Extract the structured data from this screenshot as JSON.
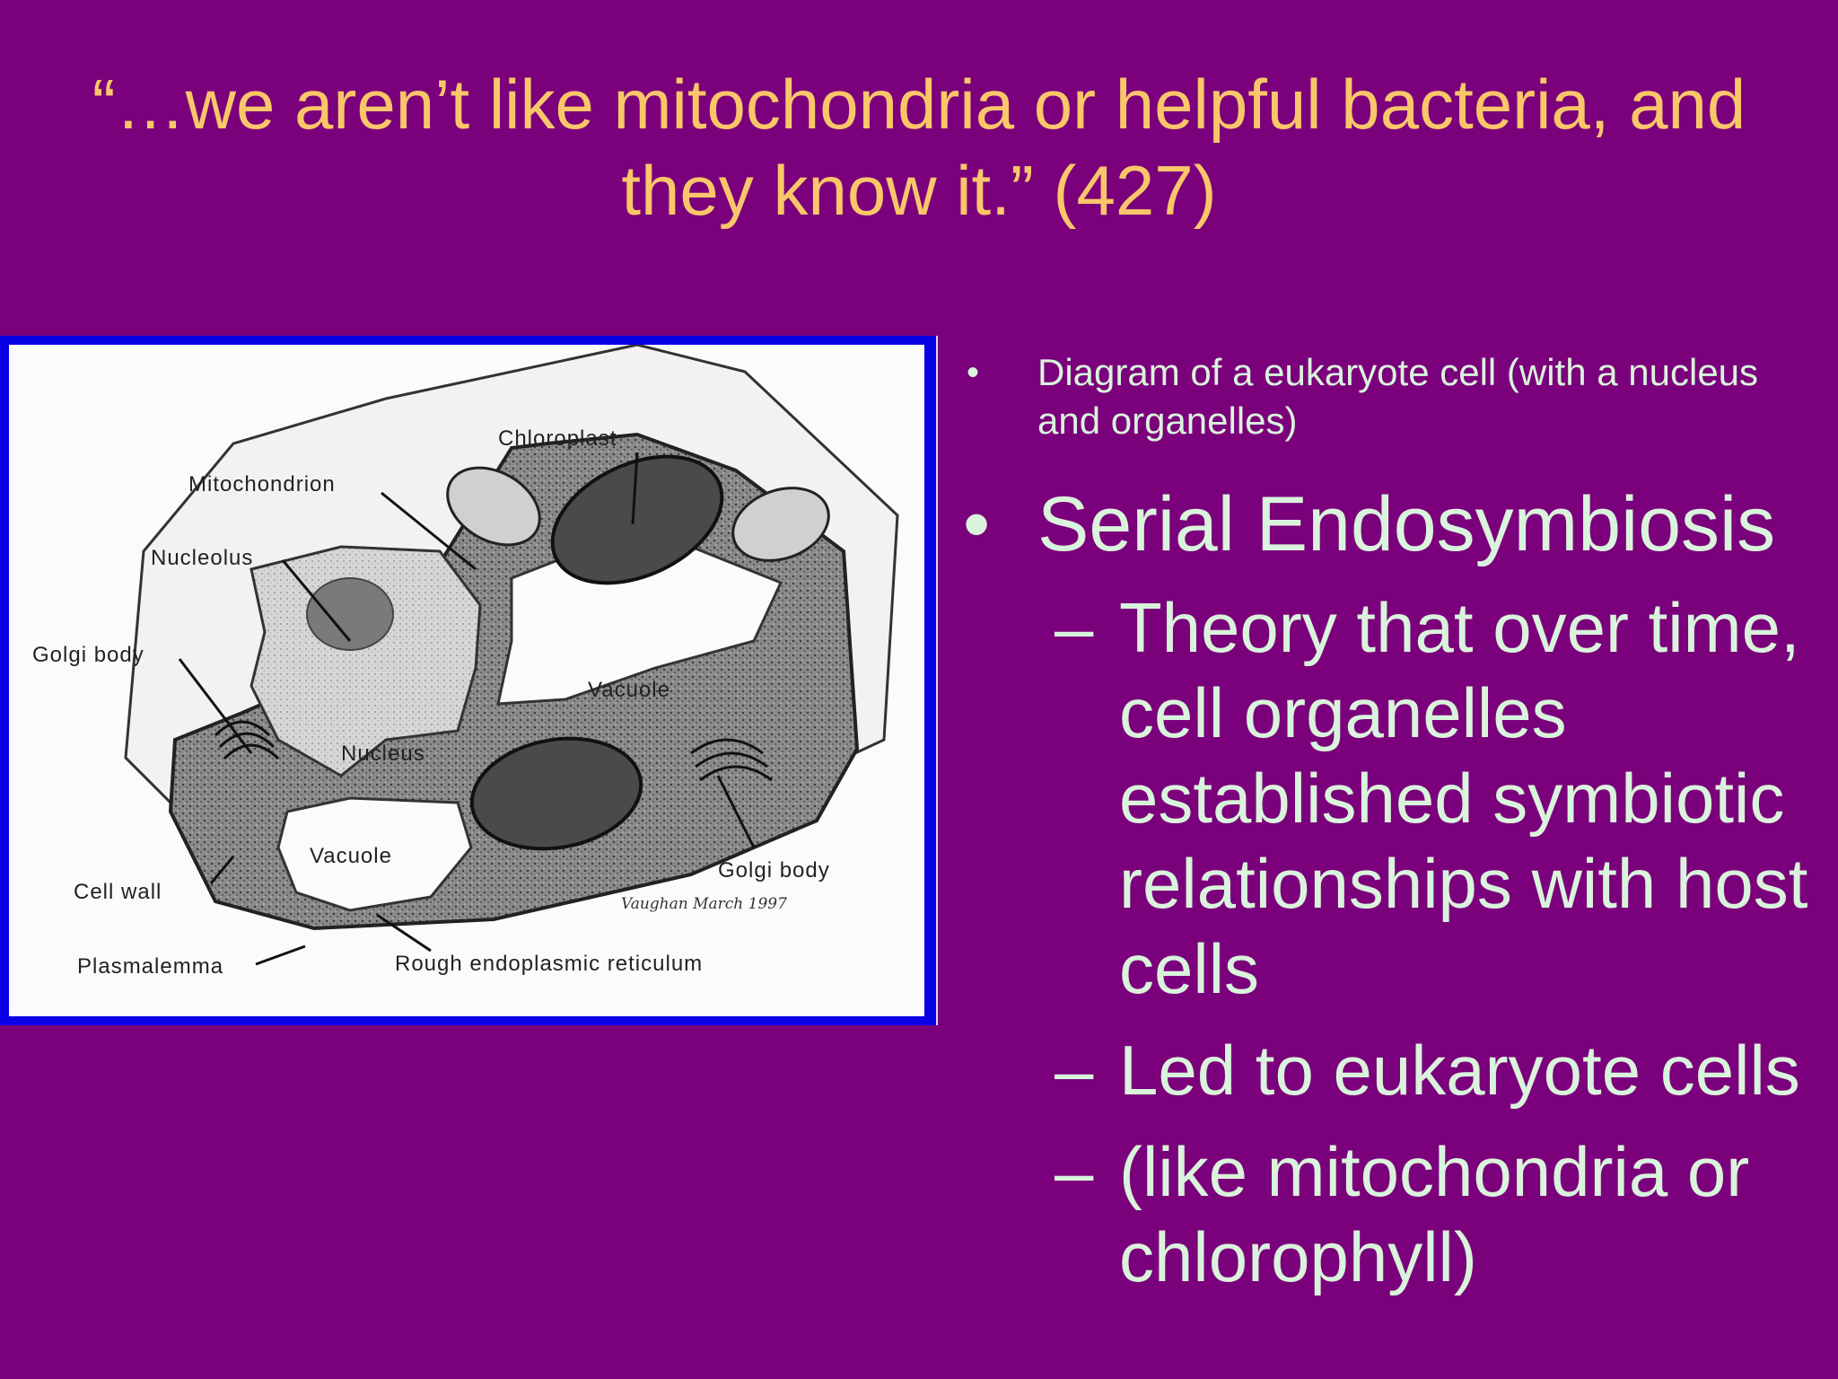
{
  "title": {
    "line1": "“…we aren’t like mitochondria or helpful bacteria, and",
    "line2": "they know it.” (427)"
  },
  "diagram": {
    "labels": {
      "chloroplast": "Chloroplast",
      "mitochondrion": "Mitochondrion",
      "nucleolus": "Nucleolus",
      "golgi_left": "Golgi body",
      "vacuole_top": "Vacuole",
      "nucleus": "Nucleus",
      "vacuole_bottom": "Vacuole",
      "golgi_right": "Golgi body",
      "cell_wall": "Cell wall",
      "plasmalemma": "Plasmalemma",
      "rough_er": "Rough endoplasmic reticulum"
    },
    "signature": "Vaughan March 1997"
  },
  "bullets": {
    "b1": "Diagram of a eukaryote cell (with a nucleus and organelles)",
    "b2": "Serial Endosymbiosis",
    "subs": [
      "Theory that over time, cell organelles established symbiotic relationships with host cells",
      "Led to eukaryote cells",
      "(like mitochondria or chlorophyll)"
    ]
  },
  "colors": {
    "background": "#7b007b",
    "title_text": "#f9c66a",
    "body_text": "#d9f3dc",
    "figure_frame": "#0a00e6"
  }
}
